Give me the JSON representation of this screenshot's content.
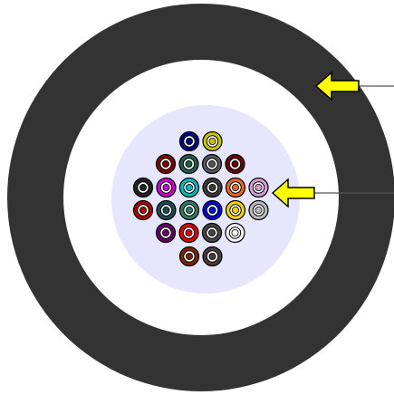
{
  "diagram": {
    "jacket_color": "#333333",
    "gap_color": "#ffffff",
    "core_color": "#e6e6ff",
    "arrow_color": "#ffff00",
    "leader_line_color": "#555555",
    "fibers": [
      {
        "row": 0,
        "col": 0,
        "color": "#000080"
      },
      {
        "row": 0,
        "col": 1,
        "color": "#c8c400"
      },
      {
        "row": 1,
        "col": 0,
        "color": "#800000"
      },
      {
        "row": 1,
        "col": 1,
        "color": "#1f5a4a"
      },
      {
        "row": 1,
        "col": 2,
        "color": "#555555"
      },
      {
        "row": 1,
        "col": 3,
        "color": "#6b0000"
      },
      {
        "row": 2,
        "col": 0,
        "color": "#222222"
      },
      {
        "row": 2,
        "col": 1,
        "color": "#cc00cc"
      },
      {
        "row": 2,
        "col": 2,
        "color": "#00bcbc"
      },
      {
        "row": 2,
        "col": 3,
        "color": "#3a3a3a"
      },
      {
        "row": 2,
        "col": 4,
        "color": "#ee6622"
      },
      {
        "row": 2,
        "col": 5,
        "color": "#d49bd4"
      },
      {
        "row": 3,
        "col": 0,
        "color": "#aa0000"
      },
      {
        "row": 3,
        "col": 1,
        "color": "#1b4b56"
      },
      {
        "row": 3,
        "col": 2,
        "color": "#2e7a66"
      },
      {
        "row": 3,
        "col": 3,
        "color": "#0000cc"
      },
      {
        "row": 3,
        "col": 4,
        "color": "#f2d400"
      },
      {
        "row": 3,
        "col": 5,
        "color": "#bbbbbb"
      },
      {
        "row": 4,
        "col": 0,
        "color": "#660066"
      },
      {
        "row": 4,
        "col": 1,
        "color": "#dd0000"
      },
      {
        "row": 4,
        "col": 2,
        "color": "#444444"
      },
      {
        "row": 4,
        "col": 3,
        "color": "#f4f4f4"
      },
      {
        "row": 5,
        "col": 0,
        "color": "#7a2400"
      },
      {
        "row": 5,
        "col": 1,
        "color": "#4a3a3a"
      }
    ]
  }
}
